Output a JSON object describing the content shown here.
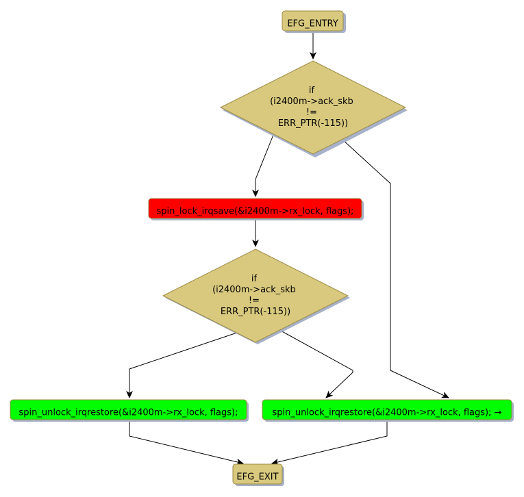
{
  "diagram": {
    "type": "control-flow-graph",
    "colors": {
      "terminal": "#d9c97e",
      "decision": "#d9c97e",
      "lock": "#ff0000",
      "unlock": "#00ff00",
      "shadow": "#a7b1c9",
      "border": "#9c8a44"
    },
    "nodes": {
      "entry": {
        "label": "EFG_ENTRY",
        "kind": "terminal"
      },
      "cond1": {
        "lines": [
          "if",
          "(i2400m->ack_skb",
          "!=",
          "ERR_PTR(-115))"
        ],
        "kind": "decision"
      },
      "lock": {
        "label": "spin_lock_irqsave(&i2400m->rx_lock, flags);",
        "kind": "lock"
      },
      "cond2": {
        "lines": [
          "if",
          "(i2400m->ack_skb",
          "!=",
          "ERR_PTR(-115))"
        ],
        "kind": "decision"
      },
      "unlock_left": {
        "label": "spin_unlock_irqrestore(&i2400m->rx_lock, flags);",
        "kind": "unlock"
      },
      "unlock_right": {
        "label": "spin_unlock_irqrestore(&i2400m->rx_lock, flags); →",
        "kind": "unlock"
      },
      "exit": {
        "label": "EFG_EXIT",
        "kind": "terminal"
      }
    },
    "edges": [
      {
        "from": "entry",
        "to": "cond1"
      },
      {
        "from": "cond1",
        "to": "lock"
      },
      {
        "from": "cond1",
        "to": "unlock_right"
      },
      {
        "from": "lock",
        "to": "cond2"
      },
      {
        "from": "cond2",
        "to": "unlock_left"
      },
      {
        "from": "cond2",
        "to": "unlock_right"
      },
      {
        "from": "unlock_left",
        "to": "exit"
      },
      {
        "from": "unlock_right",
        "to": "exit"
      }
    ]
  }
}
